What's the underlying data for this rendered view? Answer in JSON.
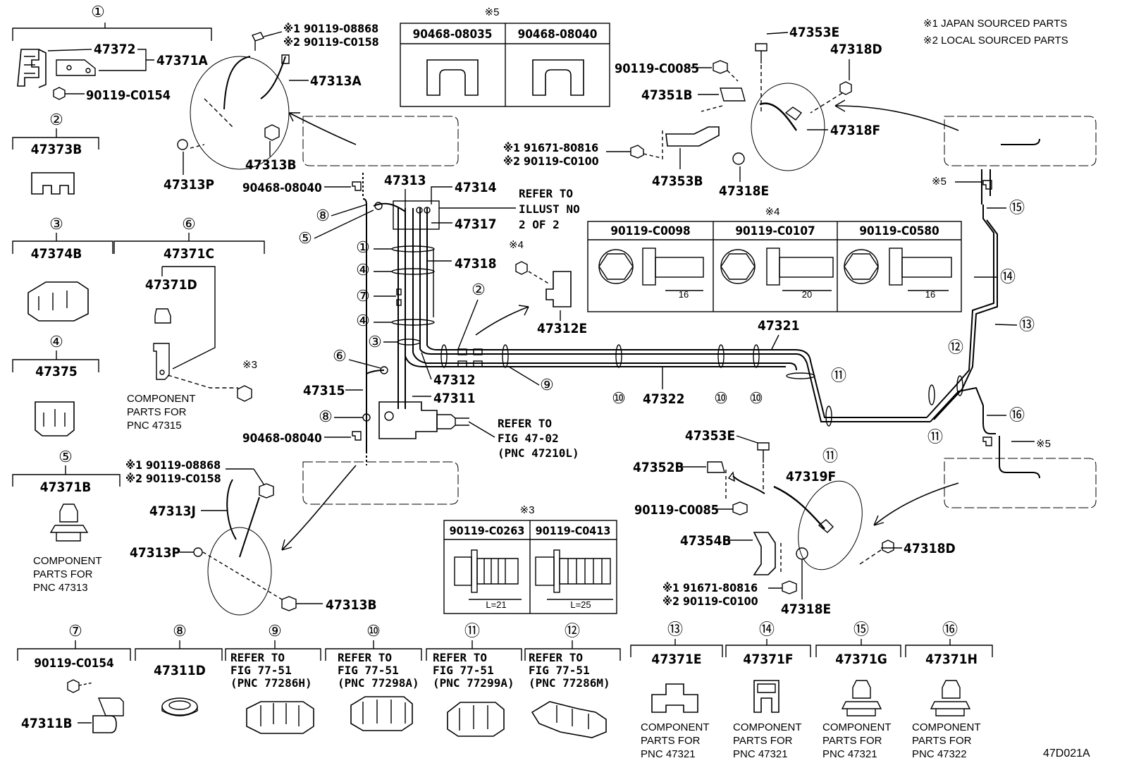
{
  "legend": {
    "japan": "※1 JAPAN SOURCED PARTS",
    "local": "※2 LOCAL SOURCED PARTS"
  },
  "diagram_id": "47D021A",
  "ref5": {
    "mark": "※5",
    "c1": "90468-08035",
    "c2": "90468-08040"
  },
  "ref4": {
    "mark": "※4",
    "c1": "90119-C0098",
    "c2": "90119-C0107",
    "c3": "90119-C0580",
    "d1": "16",
    "d2": "20",
    "d3": "16"
  },
  "ref3": {
    "mark": "※3",
    "c1": "90119-C0263",
    "c2": "90119-C0413",
    "d1": "L=21",
    "d2": "L=25"
  },
  "groups_left": [
    {
      "num": "①",
      "parts": [
        "47372",
        "47371A",
        "90119-C0154"
      ]
    },
    {
      "num": "②",
      "parts": [
        "47373B"
      ]
    },
    {
      "num": "③",
      "parts": [
        "47374B"
      ]
    },
    {
      "num": "④",
      "parts": [
        "47375"
      ]
    },
    {
      "num": "⑤",
      "parts": [
        "47371B"
      ],
      "note": [
        "COMPONENT",
        "PARTS FOR",
        "PNC 47313"
      ]
    },
    {
      "num": "⑥",
      "parts": [
        "47371C",
        "47371D",
        "※3"
      ],
      "note": [
        "COMPONENT",
        "PARTS FOR",
        "PNC 47315"
      ]
    }
  ],
  "groups_bottom": [
    {
      "num": "⑦",
      "parts": [
        "90119-C0154",
        "47311B"
      ]
    },
    {
      "num": "⑧",
      "parts": [
        "47311D"
      ]
    },
    {
      "num": "⑨",
      "ref": [
        "REFER TO",
        "FIG 77-51",
        "(PNC 77286H)"
      ]
    },
    {
      "num": "⑩",
      "ref": [
        "REFER TO",
        "FIG 77-51",
        "(PNC 77298A)"
      ]
    },
    {
      "num": "⑪",
      "ref": [
        "REFER TO",
        "FIG 77-51",
        "(PNC 77299A)"
      ]
    },
    {
      "num": "⑫",
      "ref": [
        "REFER TO",
        "FIG 77-51",
        "(PNC 77286M)"
      ]
    },
    {
      "num": "⑬",
      "parts": [
        "47371E"
      ],
      "note": [
        "COMPONENT",
        "PARTS FOR",
        "PNC 47321"
      ]
    },
    {
      "num": "⑭",
      "parts": [
        "47371F"
      ],
      "note": [
        "COMPONENT",
        "PARTS FOR",
        "PNC 47321"
      ]
    },
    {
      "num": "⑮",
      "parts": [
        "47371G"
      ],
      "note": [
        "COMPONENT",
        "PARTS FOR",
        "PNC 47321"
      ]
    },
    {
      "num": "⑯",
      "parts": [
        "47371H"
      ],
      "note": [
        "COMPONENT",
        "PARTS FOR",
        "PNC 47322"
      ]
    }
  ],
  "main_parts": {
    "p47313": "47313",
    "p47314": "47314",
    "p47317": "47317",
    "p47318": "47318",
    "p47312": "47312",
    "p47311": "47311",
    "p47315": "47315",
    "p47321": "47321",
    "p47322": "47322",
    "p47312E": "47312E",
    "clip90468a": "90468-08040",
    "clip90468b": "90468-08040",
    "ref_illust": [
      "REFER TO",
      "ILLUST NO",
      "2 OF 2"
    ],
    "ref_fig": [
      "REFER TO",
      "FIG 47-02",
      "(PNC 47210L)"
    ]
  },
  "front_left_top": {
    "bolt1": "※1 90119-08868",
    "bolt2": "※2 90119-C0158",
    "hose": "47313A",
    "bolt": "47313B",
    "clip": "47313P"
  },
  "front_left_bottom": {
    "bolt1": "※1 90119-08868",
    "bolt2": "※2 90119-C0158",
    "hose": "47313J",
    "clip": "47313P",
    "bolt": "47313B"
  },
  "rear_right_top": {
    "p47353E": "47353E",
    "p47318D": "47318D",
    "p90119": "90119-C0085",
    "p47351B": "47351B",
    "p47318F": "47318F",
    "bolt1": "※1 91671-80816",
    "bolt2": "※2 90119-C0100",
    "p47353B": "47353B",
    "p47318E": "47318E"
  },
  "rear_right_bottom": {
    "p47353E": "47353E",
    "p47352B": "47352B",
    "p47319F": "47319F",
    "p90119": "90119-C0085",
    "p47354B": "47354B",
    "p47318D": "47318D",
    "bolt1": "※1 91671-80816",
    "bolt2": "※2 90119-C0100",
    "p47318E": "47318E"
  },
  "callouts": [
    "①",
    "②",
    "③",
    "④",
    "⑤",
    "⑥",
    "⑦",
    "⑧",
    "⑨",
    "⑩",
    "⑪",
    "⑫",
    "⑬",
    "⑭",
    "⑮",
    "⑯"
  ],
  "mark5": "※5",
  "mark4": "※4"
}
